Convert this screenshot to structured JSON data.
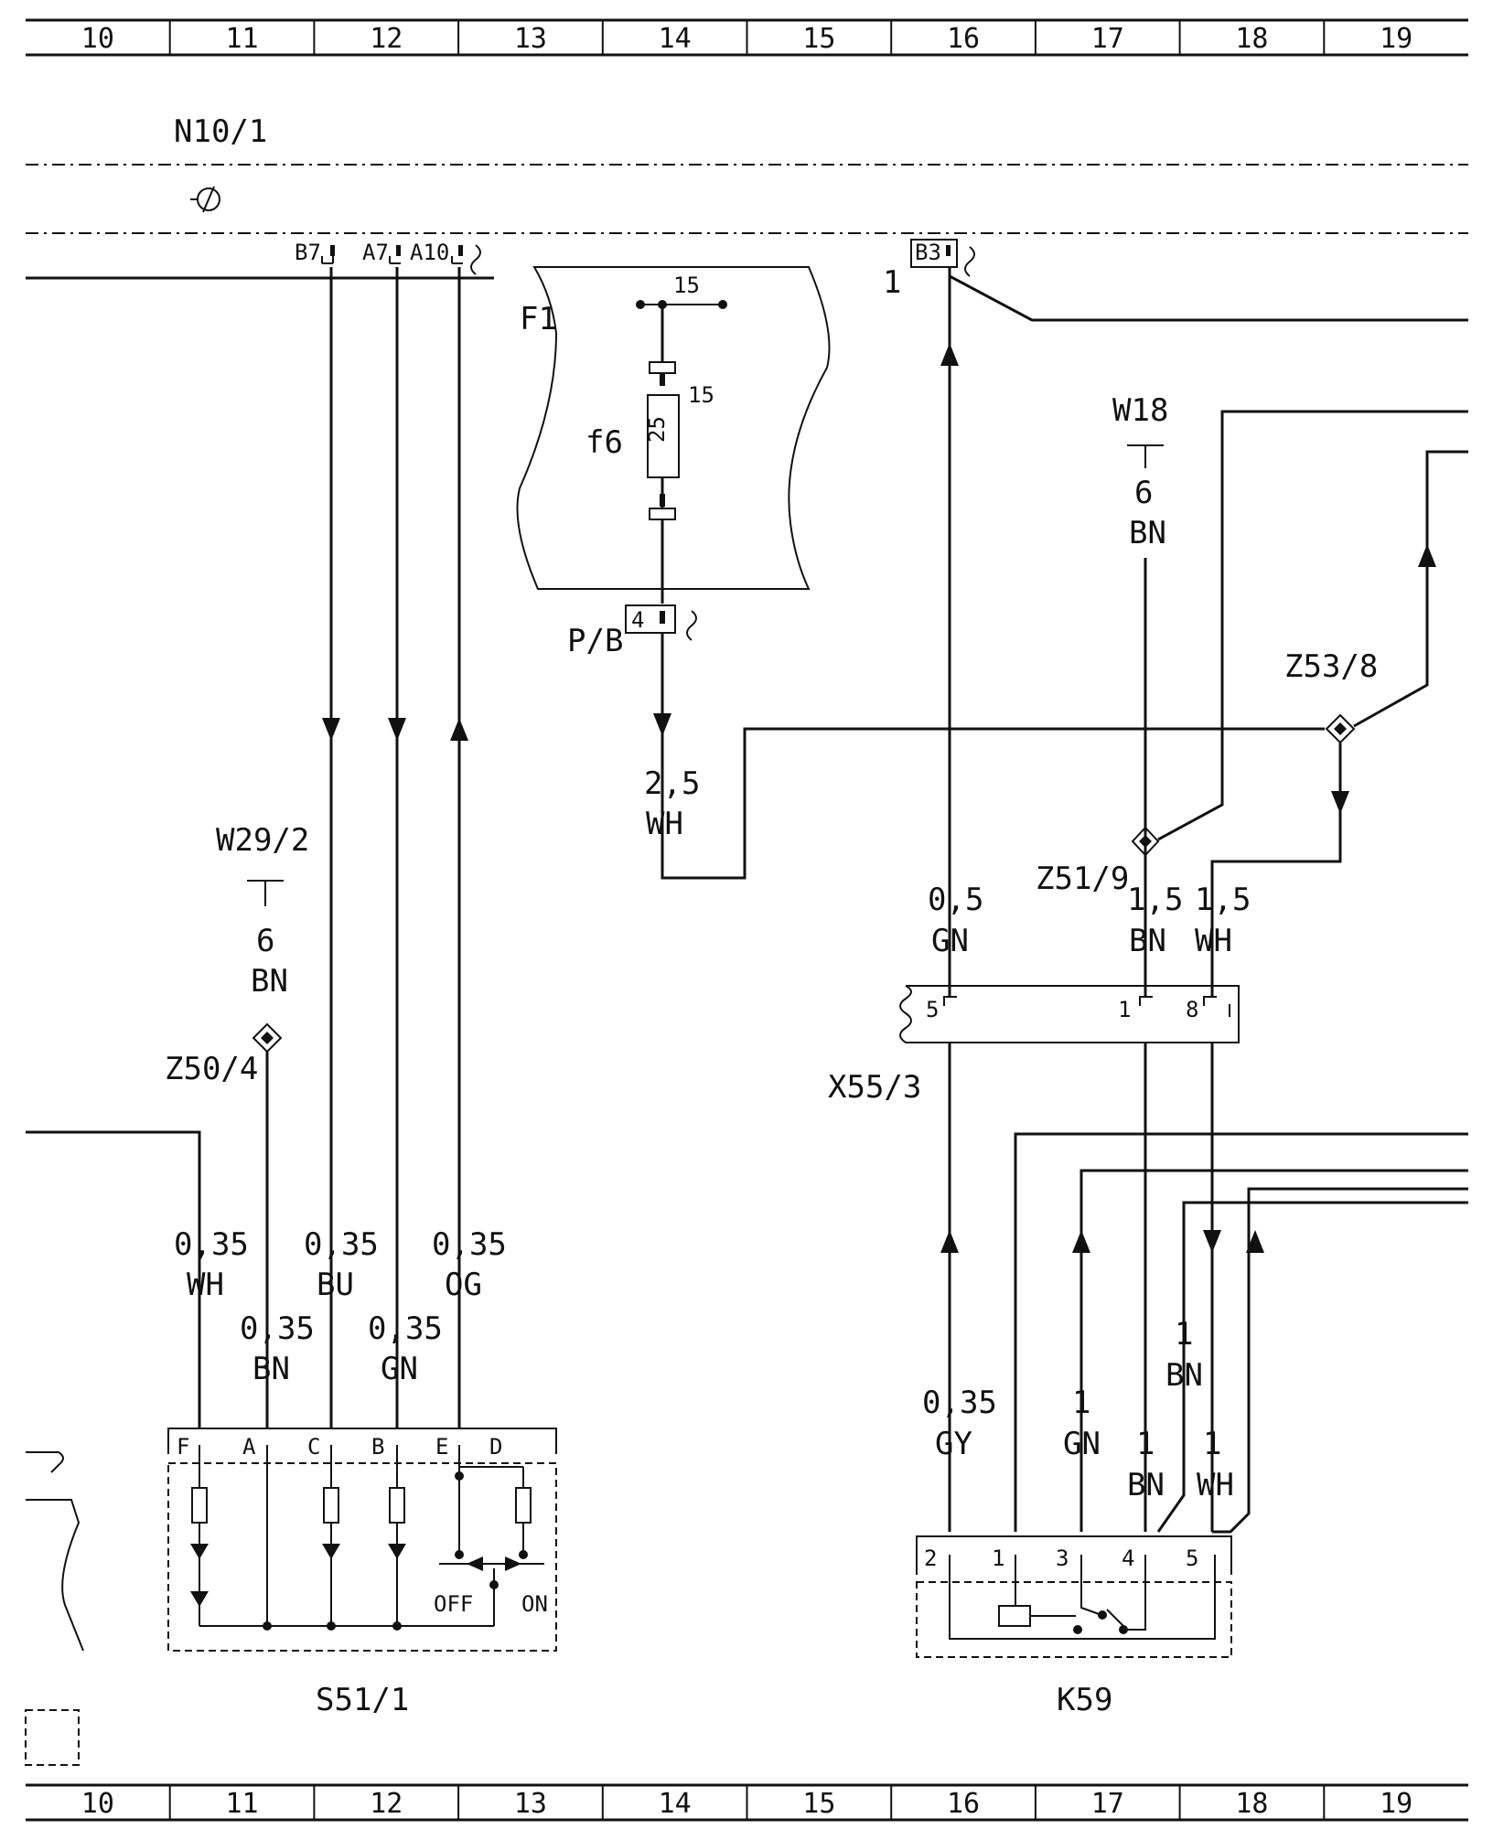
{
  "grid": {
    "columns": [
      "10",
      "11",
      "12",
      "13",
      "14",
      "15",
      "16",
      "17",
      "18",
      "19"
    ]
  },
  "components": {
    "n10_1": "N10/1",
    "f1": "F1",
    "f6": "f6",
    "fuse_rating": "25",
    "fuse_pin": "15",
    "fuse_bus_pin": "15",
    "pb": "P/B",
    "pb_pin": "4",
    "w18": "W18",
    "w29_2": "W29/2",
    "z53_8": "Z53/8",
    "z51_9": "Z51/9",
    "z50_4": "Z50/4",
    "x55_3": "X55/3",
    "s51_1": "S51/1",
    "k59": "K59",
    "off": "OFF",
    "on": "ON"
  },
  "n10_pins": {
    "b7": "B7",
    "a7": "A7",
    "a10": "A10",
    "b3": "B3",
    "one": "1"
  },
  "wires": {
    "pb_size": "2,5",
    "pb_color": "WH",
    "w18_num": "6",
    "w18_color": "BN",
    "w29_num": "6",
    "w29_color": "BN",
    "b3_size": "0,5",
    "b3_color": "GN",
    "z51_size": "1,5",
    "z51_color": "BN",
    "z53_size": "1,5",
    "z53_color": "WH",
    "s_f_size": "0,35",
    "s_f_color": "WH",
    "s_a_size": "0,35",
    "s_a_color": "BN",
    "s_c_size": "0,35",
    "s_c_color": "BU",
    "s_b_size": "0,35",
    "s_b_color": "GN",
    "s_e_size": "0,35",
    "s_e_color": "OG",
    "k_gy_size": "0,35",
    "k_gy_color": "GY",
    "k_gn_size": "1",
    "k_gn_color": "GN",
    "k_bn4_size": "1",
    "k_bn4_color": "BN",
    "k_bn_size": "1",
    "k_bn_color": "BN",
    "k_wh_size": "1",
    "k_wh_color": "WH"
  },
  "x55_pins": {
    "p5": "5",
    "p1": "1",
    "p8": "8"
  },
  "s51_pins": {
    "f": "F",
    "a": "A",
    "c": "C",
    "b": "B",
    "e": "E",
    "d": "D"
  },
  "k59_pins": {
    "p2": "2",
    "p1": "1",
    "p3": "3",
    "p4": "4",
    "p5": "5"
  }
}
